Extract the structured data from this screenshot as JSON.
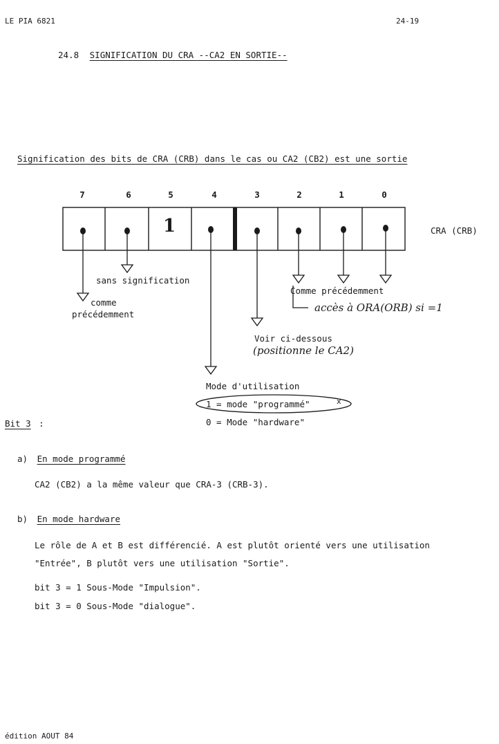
{
  "header": {
    "left": "LE PIA 6821",
    "right": "24-19"
  },
  "section_title": {
    "number": "24.8",
    "text": "SIGNIFICATION DU CRA --CA2 EN SORTIE--"
  },
  "diagram": {
    "caption": "Signification des bits de CRA (CRB) dans le cas ou CA2 (CB2) est une sortie",
    "bit_numbers": [
      "7",
      "6",
      "5",
      "4",
      "3",
      "2",
      "1",
      "0"
    ],
    "bit5_value": "1",
    "register_label": "CRA (CRB)",
    "note_bit7_line1": "comme",
    "note_bit7_line2": "précédemment",
    "note_bit6": "sans signification",
    "note_bits210": "Comme précédemment",
    "note_bits210_hand": "accès à ORA(ORB) si =1",
    "note_bit3": "Voir ci-dessous",
    "note_bit3_hand": "(positionne le CA2)",
    "mode_title": "Mode d'utilisation",
    "mode_1": "1 = mode \"programmé\"",
    "mode_1_mark": "x",
    "mode_0": "0 = Mode \"hardware\""
  },
  "bit3": {
    "label": "Bit 3",
    "colon": ":"
  },
  "mode_a": {
    "prefix": "a)",
    "title": "En mode programmé",
    "text": "CA2 (CB2) a la même valeur que CRA-3 (CRB-3)."
  },
  "mode_b": {
    "prefix": "b)",
    "title": "En mode hardware",
    "line1": "Le rôle de A et B est différencié. A est plutôt orienté vers une utilisation",
    "line2": "\"Entrée\", B plutôt vers une utilisation \"Sortie\".",
    "bit_line1": "bit 3 = 1 Sous-Mode \"Impulsion\".",
    "bit_line2": "bit 3 = 0 Sous-Mode \"dialogue\"."
  },
  "footer": {
    "text": "édition AOUT 84"
  }
}
